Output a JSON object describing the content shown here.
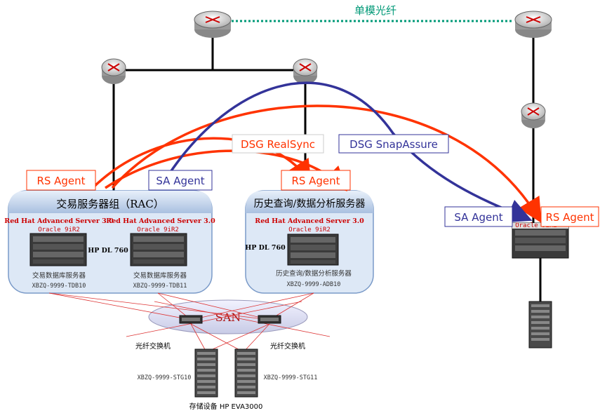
{
  "link_label": "单模光纤",
  "flows": {
    "realsync": "DSG RealSync",
    "snapassure": "DSG SnapAssure"
  },
  "agents": {
    "rs_left": "RS Agent",
    "sa_left": "SA Agent",
    "rs_mid": "RS Agent",
    "sa_right": "SA Agent",
    "rs_right": "RS Agent"
  },
  "rac_group": {
    "title": "交易服务器组（RAC）",
    "model": "HP DL 760",
    "server1": {
      "os": "Red Hat Advanced Server 3.0",
      "db": "Oracle 9iR2",
      "role": "交易数据库服务器",
      "id": "XBZQ-9999-TDB10"
    },
    "server2": {
      "os": "Red Hat Advanced Server 3.0",
      "db": "Oracle 9iR2",
      "role": "交易数据库服务器",
      "id": "XBZQ-9999-TDB11"
    }
  },
  "history_group": {
    "title": "历史查询/数据分析服务器",
    "model": "HP DL 760",
    "server": {
      "os": "Red Hat Advanced Server 3.0",
      "db": "Oracle 9iR2",
      "role": "历史查询/数据分析服务器",
      "id": "XBZQ-9999-ADB10"
    }
  },
  "remote": {
    "db": "Oracle 9iR2"
  },
  "san": {
    "label": "SAN",
    "switch_left": "光纤交换机",
    "switch_right": "光纤交换机",
    "storage_left_id": "XBZQ-9999-STG10",
    "storage_right_id": "XBZQ-9999-STG11",
    "storage_caption": "存储设备 HP EVA3000"
  },
  "colors": {
    "red_flow": "#ff3300",
    "blue_flow": "#333399",
    "fiber": "#009977",
    "group_fill": "#dde8f6",
    "group_header": "#b8cde8"
  }
}
